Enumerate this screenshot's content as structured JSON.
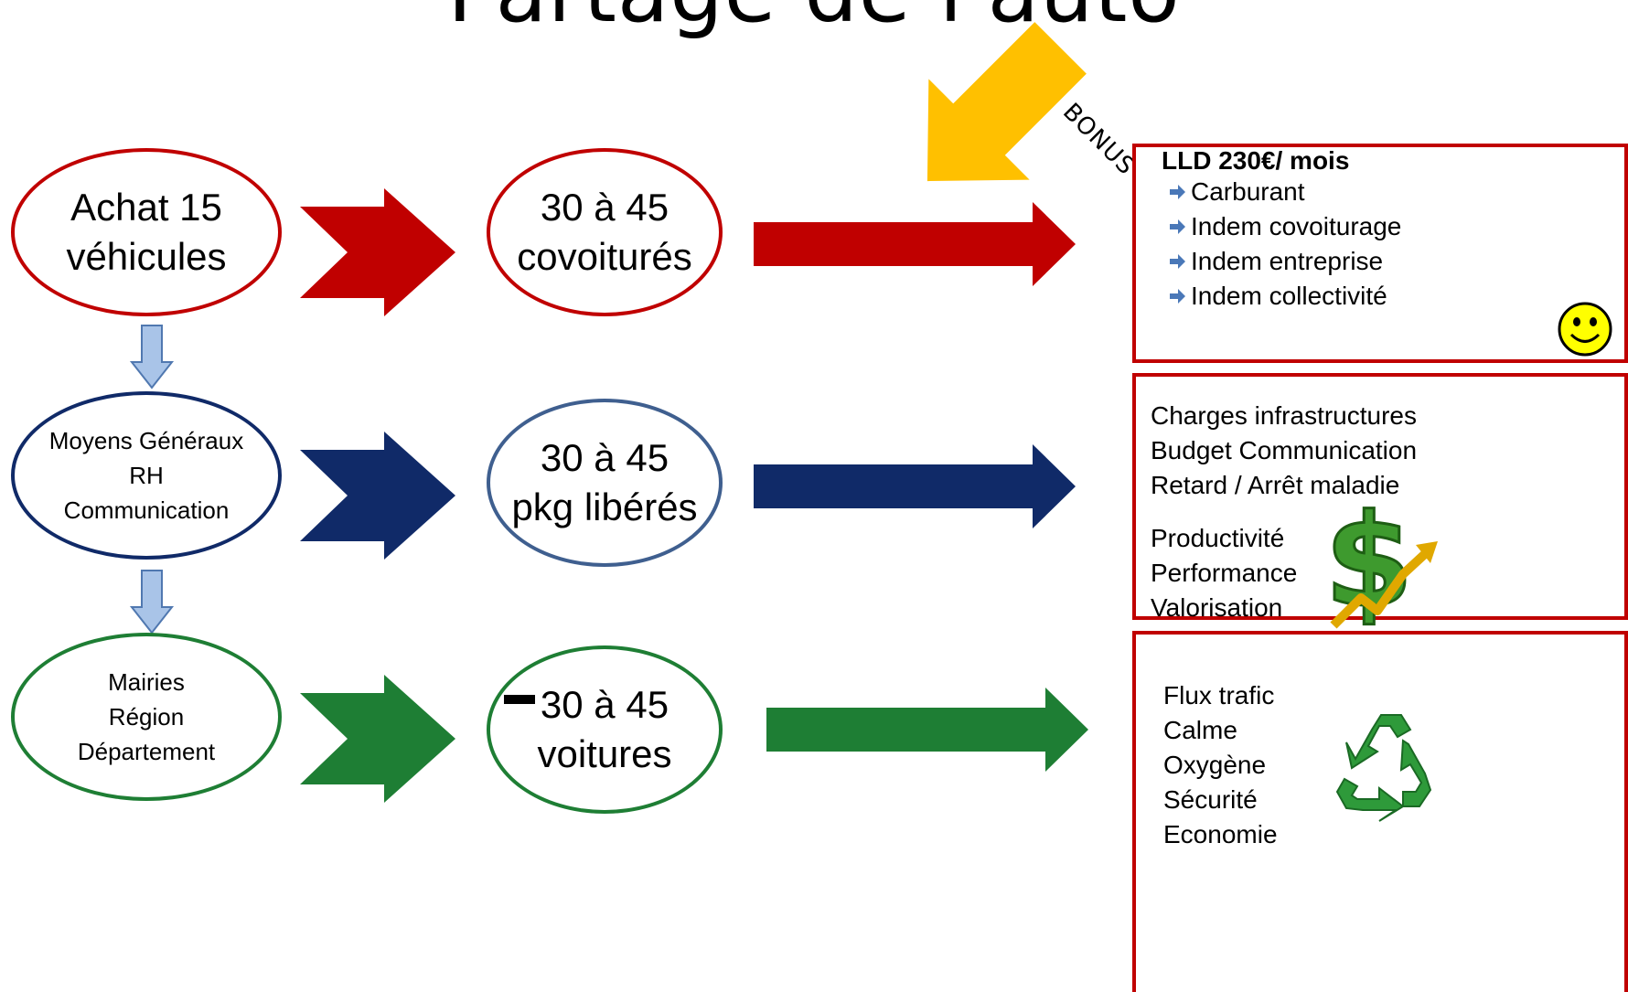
{
  "title": "Partage de l'auto",
  "bonus_label": "BONUS ECO",
  "rows": [
    {
      "left": [
        "Achat 15",
        "véhicules"
      ],
      "middle": [
        "30 à 45",
        "covoiturés"
      ]
    },
    {
      "left": [
        "Moyens Généraux",
        "RH",
        "Communication"
      ],
      "middle": [
        "30 à 45",
        "pkg libérés"
      ]
    },
    {
      "left": [
        "Mairies",
        "Région",
        "Département"
      ],
      "middle": [
        "30 à 45",
        "voitures"
      ]
    }
  ],
  "panel1": {
    "heading": "LLD  230€/ mois",
    "items": [
      "Carburant",
      "Indem covoiturage",
      "Indem entreprise",
      "Indem collectivité"
    ],
    "icon": "smiley-icon"
  },
  "panel2": {
    "lines": [
      "Charges infrastructures",
      "Budget Communication",
      "Retard / Arrêt maladie"
    ],
    "lines2": [
      "Productivité",
      "Performance",
      "Valorisation"
    ],
    "icon": "dollar-growth-icon"
  },
  "panel3": {
    "lines": [
      "Flux trafic",
      "Calme",
      "Oxygène",
      "Sécurité",
      "Economie"
    ],
    "icon": "recycle-icon"
  },
  "colors": {
    "red": "#c00000",
    "navy": "#102a68",
    "green": "#1e7e34",
    "light_blue": "#a9c4e8",
    "bonus": "#ffc000"
  }
}
